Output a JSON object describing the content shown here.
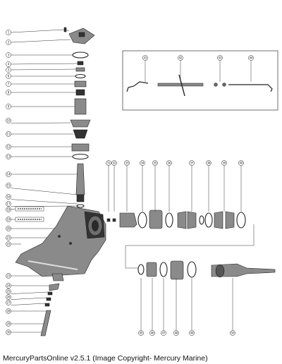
{
  "footer": {
    "text": "MercuryPartsOnline v2.5.1 (Image Copyright- Mercury Marine)"
  },
  "callouts": {
    "left": [
      "1",
      "2",
      "3",
      "4",
      "5",
      "6",
      "7",
      "8",
      "9",
      "10",
      "11",
      "12",
      "13",
      "14",
      "15",
      "16",
      "17",
      "18",
      "19",
      "20",
      "21",
      "22",
      "23",
      "24",
      "25",
      "26",
      "27",
      "28",
      "29",
      "30"
    ],
    "kit": [
      "41",
      "42",
      "43",
      "44"
    ],
    "upper_row": [
      "31",
      "32",
      "33",
      "34",
      "35",
      "36",
      "37",
      "38",
      "39",
      "40"
    ],
    "lower_row": [
      "45",
      "46",
      "47",
      "48",
      "49",
      "50"
    ]
  },
  "colors": {
    "ink": "#222222",
    "part_fill": "#8a8a8a",
    "background": "#ffffff"
  }
}
